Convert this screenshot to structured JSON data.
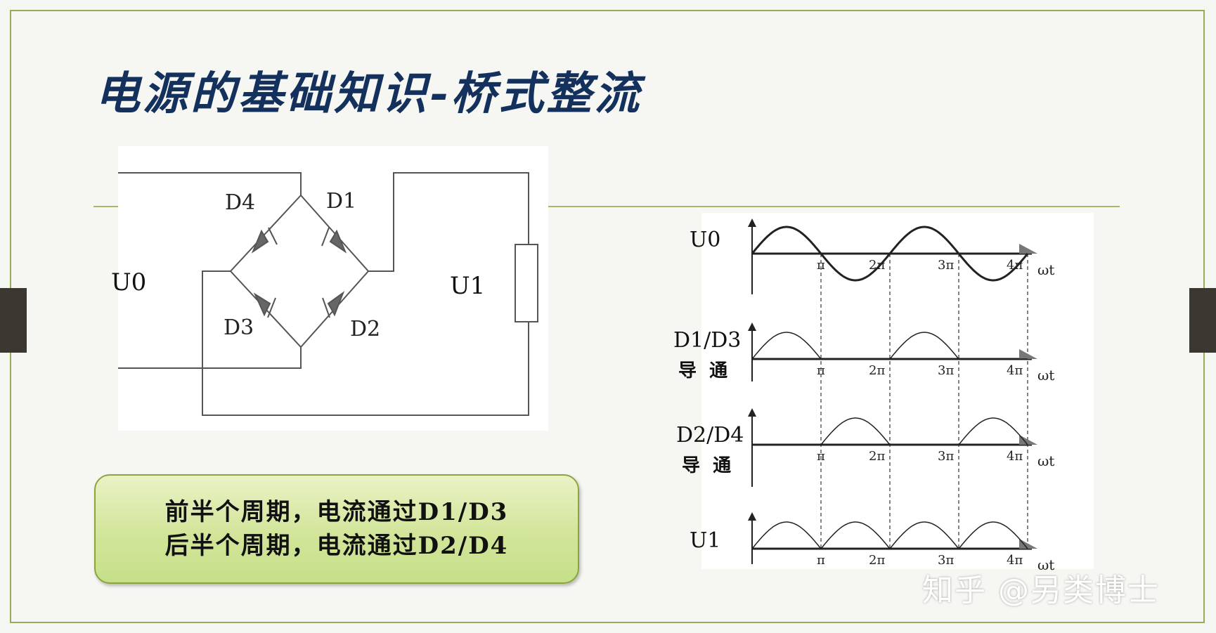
{
  "title": "电源的基础知识-桥式整流",
  "circuit": {
    "labels": {
      "input": "U0",
      "output": "U1",
      "d1": "D1",
      "d2": "D2",
      "d3": "D3",
      "d4": "D4"
    }
  },
  "waveforms": {
    "rows": [
      {
        "label": "U0",
        "sublabel": ""
      },
      {
        "label": "D1/D3",
        "sublabel": "导  通"
      },
      {
        "label": "D2/D4",
        "sublabel": "导  通"
      },
      {
        "label": "U1",
        "sublabel": ""
      }
    ],
    "ticks": [
      "π",
      "2π",
      "3π",
      "4π"
    ],
    "axis_label": "ωt"
  },
  "note": {
    "line1": "前半个周期，电流通过D1/D3",
    "line2": "后半个周期，电流通过D2/D4"
  },
  "watermark": "知乎 @另类博士",
  "colors": {
    "title": "#13315c",
    "border": "#9aab57",
    "note_fill": "#d2e59a"
  }
}
